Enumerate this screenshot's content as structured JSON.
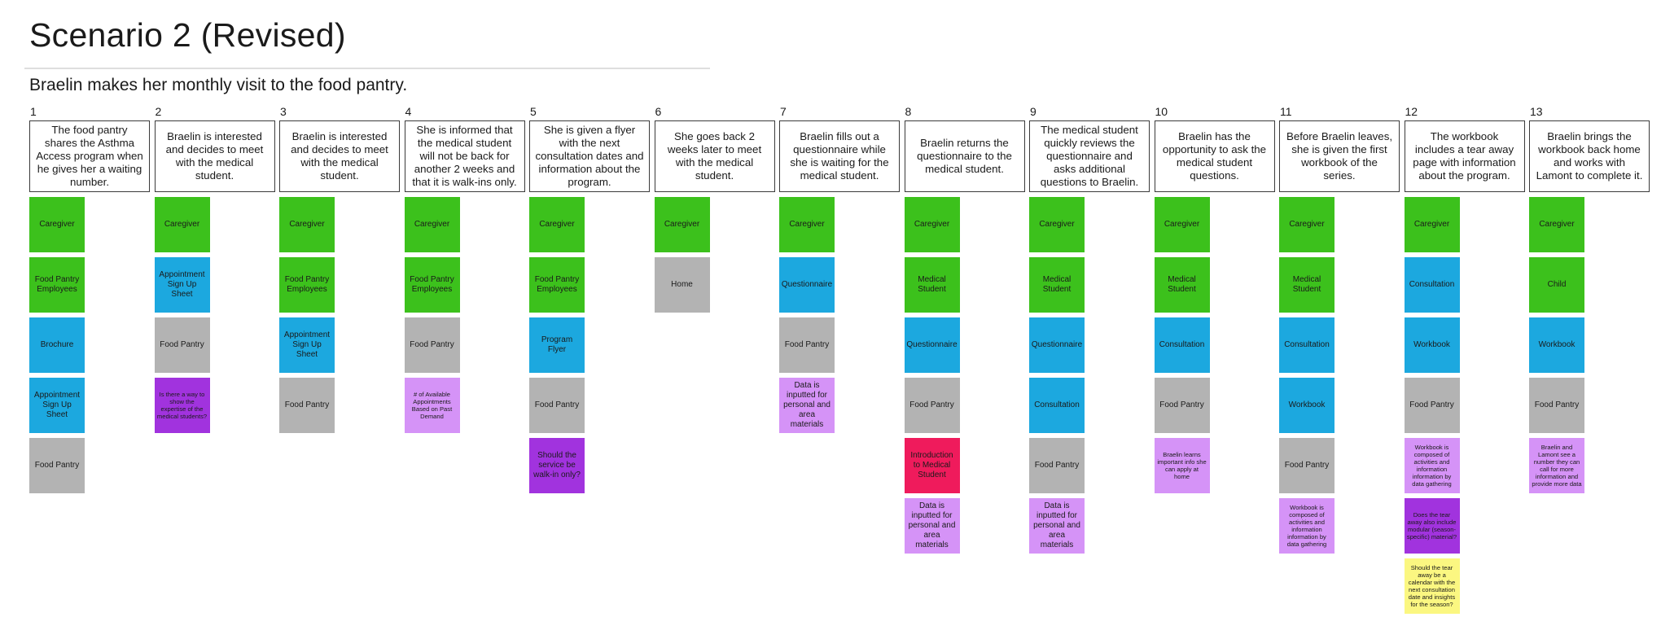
{
  "title": "Scenario 2 (Revised)",
  "subtitle": "Braelin makes her monthly visit to the food pantry.",
  "colors": {
    "green": "#3cc11c",
    "blue": "#1ca8df",
    "gray": "#b3b3b3",
    "lilac": "#d593f7",
    "purple": "#a133de",
    "red": "#ef1b5c",
    "yellow": "#fbf781"
  },
  "steps": [
    {
      "number": "1",
      "text": "The food pantry shares the Asthma Access program when he gives her a waiting number.",
      "notes": [
        {
          "text": "Caregiver",
          "color": "green"
        },
        {
          "text": "Food Pantry Employees",
          "color": "green"
        },
        {
          "text": "Brochure",
          "color": "blue"
        },
        {
          "text": "Appointment Sign Up Sheet",
          "color": "blue"
        },
        {
          "text": "Food Pantry",
          "color": "gray"
        }
      ]
    },
    {
      "number": "2",
      "text": "Braelin is interested and decides to meet with the medical student.",
      "notes": [
        {
          "text": "Caregiver",
          "color": "green"
        },
        {
          "text": "Appointment Sign Up Sheet",
          "color": "blue"
        },
        {
          "text": "Food Pantry",
          "color": "gray"
        },
        {
          "text": "Is there a way to show the expertise of the medical students?",
          "color": "purple",
          "small": true
        }
      ]
    },
    {
      "number": "3",
      "text": "Braelin is interested and decides to meet with the medical student.",
      "notes": [
        {
          "text": "Caregiver",
          "color": "green"
        },
        {
          "text": "Food Pantry Employees",
          "color": "green"
        },
        {
          "text": "Appointment Sign Up Sheet",
          "color": "blue"
        },
        {
          "text": "Food Pantry",
          "color": "gray"
        }
      ]
    },
    {
      "number": "4",
      "text": "She is informed that the medical student will not be back for another 2 weeks and that it is walk-ins only.",
      "notes": [
        {
          "text": "Caregiver",
          "color": "green"
        },
        {
          "text": "Food Pantry Employees",
          "color": "green"
        },
        {
          "text": "Food Pantry",
          "color": "gray"
        },
        {
          "text": "# of Available Appointments Based on Past Demand",
          "color": "lilac",
          "small": true
        }
      ]
    },
    {
      "number": "5",
      "text": "She is given a flyer with the next consultation dates and information about the program.",
      "notes": [
        {
          "text": "Caregiver",
          "color": "green"
        },
        {
          "text": "Food Pantry Employees",
          "color": "green"
        },
        {
          "text": "Program Flyer",
          "color": "blue"
        },
        {
          "text": "Food Pantry",
          "color": "gray"
        },
        {
          "text": "Should the service be walk-in only?",
          "color": "purple"
        }
      ]
    },
    {
      "number": "6",
      "text": "She goes back 2 weeks later to meet with the medical student.",
      "notes": [
        {
          "text": "Caregiver",
          "color": "green"
        },
        {
          "text": "Home",
          "color": "gray"
        }
      ]
    },
    {
      "number": "7",
      "text": "Braelin fills out a questionnaire while she is waiting for the medical student.",
      "notes": [
        {
          "text": "Caregiver",
          "color": "green"
        },
        {
          "text": "Questionnaire",
          "color": "blue"
        },
        {
          "text": "Food Pantry",
          "color": "gray"
        },
        {
          "text": "Data is inputted for personal and area materials",
          "color": "lilac"
        }
      ]
    },
    {
      "number": "8",
      "text": "Braelin returns the questionnaire to the medical student.",
      "notes": [
        {
          "text": "Caregiver",
          "color": "green"
        },
        {
          "text": "Medical Student",
          "color": "green"
        },
        {
          "text": "Questionnaire",
          "color": "blue"
        },
        {
          "text": "Food Pantry",
          "color": "gray"
        },
        {
          "text": "Introduction to Medical Student",
          "color": "red"
        },
        {
          "text": "Data is inputted for personal and area materials",
          "color": "lilac"
        }
      ]
    },
    {
      "number": "9",
      "text": "The medical student quickly reviews the questionnaire and asks additional questions to Braelin.",
      "notes": [
        {
          "text": "Caregiver",
          "color": "green"
        },
        {
          "text": "Medical Student",
          "color": "green"
        },
        {
          "text": "Questionnaire",
          "color": "blue"
        },
        {
          "text": "Consultation",
          "color": "blue"
        },
        {
          "text": "Food Pantry",
          "color": "gray"
        },
        {
          "text": "Data is inputted for personal and area materials",
          "color": "lilac"
        }
      ]
    },
    {
      "number": "10",
      "text": "Braelin has the opportunity to ask the medical student questions.",
      "notes": [
        {
          "text": "Caregiver",
          "color": "green"
        },
        {
          "text": "Medical Student",
          "color": "green"
        },
        {
          "text": "Consultation",
          "color": "blue"
        },
        {
          "text": "Food Pantry",
          "color": "gray"
        },
        {
          "text": "Braelin learns important info she can apply at home",
          "color": "lilac",
          "small": true
        }
      ]
    },
    {
      "number": "11",
      "text": "Before Braelin leaves, she is given the first workbook of the series.",
      "notes": [
        {
          "text": "Caregiver",
          "color": "green"
        },
        {
          "text": "Medical Student",
          "color": "green"
        },
        {
          "text": "Consultation",
          "color": "blue"
        },
        {
          "text": "Workbook",
          "color": "blue"
        },
        {
          "text": "Food Pantry",
          "color": "gray"
        },
        {
          "text": "Workbook is composed of activities and information information by data gathering",
          "color": "lilac",
          "small": true
        }
      ]
    },
    {
      "number": "12",
      "text": "The workbook includes a tear away page with information about the program.",
      "notes": [
        {
          "text": "Caregiver",
          "color": "green"
        },
        {
          "text": "Consultation",
          "color": "blue"
        },
        {
          "text": "Workbook",
          "color": "blue"
        },
        {
          "text": "Food Pantry",
          "color": "gray"
        },
        {
          "text": "Workbook is composed of activities and information information by data gathering",
          "color": "lilac",
          "small": true
        },
        {
          "text": "Does the tear away also include modular (season-specific) material?",
          "color": "purple",
          "small": true
        },
        {
          "text": "Should the tear away be a calendar with the next consultation date and insights for the season?",
          "color": "yellow",
          "small": true
        }
      ]
    },
    {
      "number": "13",
      "text": "Braelin brings the workbook back home and works with Lamont to complete it.",
      "notes": [
        {
          "text": "Caregiver",
          "color": "green"
        },
        {
          "text": "Child",
          "color": "green"
        },
        {
          "text": "Workbook",
          "color": "blue"
        },
        {
          "text": "Food Pantry",
          "color": "gray"
        },
        {
          "text": "Braelin and Lamont see a number they can call for more information and provide more data",
          "color": "lilac",
          "small": true
        }
      ]
    }
  ]
}
